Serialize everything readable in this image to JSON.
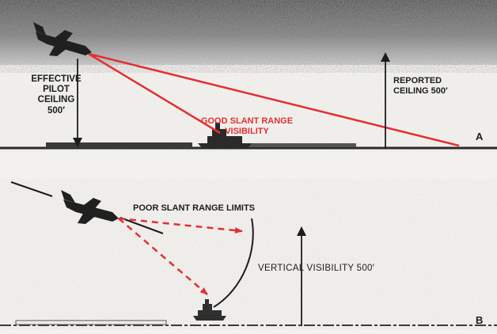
{
  "panel_a": {
    "effective_label": [
      "EFFECTIVE",
      "PILOT",
      "CEILING",
      "500′"
    ],
    "reported_label": [
      "REPORTED",
      "CEILING 500′"
    ],
    "good_label": [
      "GOOD SLANT RANGE",
      "VISIBILITY"
    ],
    "panel_letter": "A"
  },
  "panel_b": {
    "poor_label": "POOR SLANT RANGE LIMITS",
    "vertical_label": "VERTICAL VISIBILITY 500′",
    "panel_letter": "B"
  },
  "colors": {
    "sight_line": "#e32f33",
    "cloud": "#6f6f6f",
    "ink": "#1c1c1c",
    "background": "#f2f1ee"
  }
}
